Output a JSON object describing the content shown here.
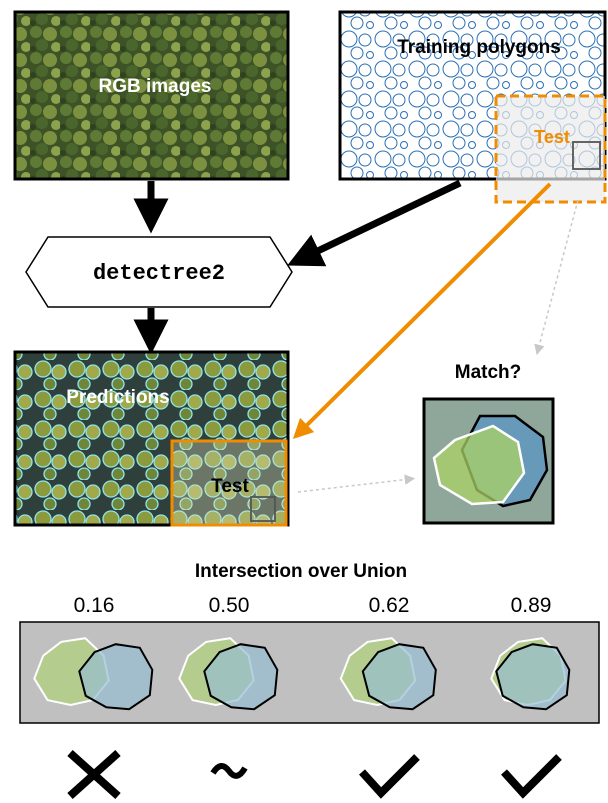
{
  "rgb_panel": {
    "label": "RGB images"
  },
  "training_panel": {
    "label": "Training polygons",
    "test_label": "Test"
  },
  "model": {
    "label": "detectree2"
  },
  "predictions_panel": {
    "label": "Predictions",
    "test_label": "Test"
  },
  "match": {
    "label": "Match?"
  },
  "iou": {
    "title": "Intersection over Union",
    "examples": [
      {
        "value": "0.16",
        "verdict": "cross"
      },
      {
        "value": "0.50",
        "verdict": "tilde"
      },
      {
        "value": "0.62",
        "verdict": "check"
      },
      {
        "value": "0.89",
        "verdict": "check"
      }
    ]
  },
  "colors": {
    "arrow_black": "#000000",
    "arrow_orange": "#f08c00",
    "dotted_arrow": "#c8c8c8",
    "crown_outline": "#2a6fb5",
    "prediction_outline": "#7fe3e6",
    "ground_truth_fill": "#b8d08a",
    "prediction_fill": "#9ec0d4",
    "iou_box_bg": "#c0c0c0"
  }
}
